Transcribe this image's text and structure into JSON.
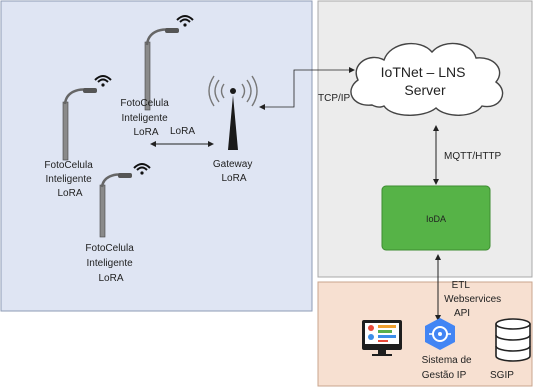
{
  "left_panel": {
    "lamp_top": {
      "line1": "FotoCelula",
      "line2": "Inteligente",
      "line3": "LoRA"
    },
    "lamp_left": {
      "line1": "FotoCelula",
      "line2": "Inteligente",
      "line3": "LoRA"
    },
    "lamp_bottom": {
      "line1": "FotoCelula",
      "line2": "Inteligente",
      "line3": "LoRA"
    },
    "lora_link_label": "LoRA",
    "gateway": {
      "line1": "Gateway",
      "line2": "LoRA"
    }
  },
  "right_top_panel": {
    "cloud": {
      "line1": "IoTNet – LNS",
      "line2": "Server"
    },
    "tcp_label": "TCP/IP",
    "mqtt_label": "MQTT/HTTP",
    "ioda_label": "IoDA"
  },
  "right_bottom_panel": {
    "etl": {
      "line1": "ETL",
      "line2": "Webservices",
      "line3": "API"
    },
    "sistema": {
      "line1": "Sistema de",
      "line2": "Gestão IP"
    },
    "sgip_label": "SGIP"
  },
  "colors": {
    "left_panel_bg": "#dfe5f3",
    "right_top_bg": "#ececec",
    "right_bottom_bg": "#f7e0d1",
    "ioda_green": "#56b347",
    "google_blue": "#4285f4"
  }
}
